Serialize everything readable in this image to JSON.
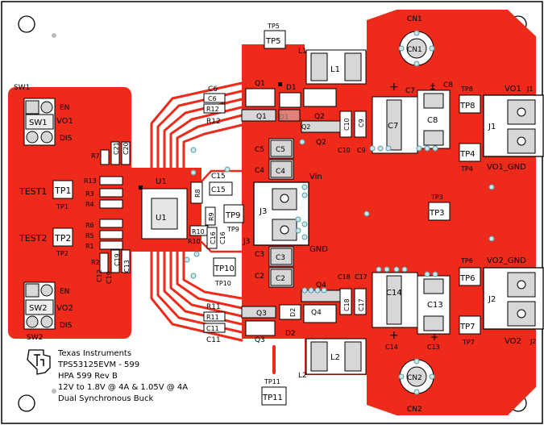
{
  "colors": {
    "copper": "#ee2a1a",
    "trace": "#ee2a1a",
    "pad": "#d7d7d7",
    "via": "#c8e8ec",
    "outline": "#000000",
    "background": "#ffffff"
  },
  "left_panel": {
    "sw1": {
      "title": "SW1",
      "label": "SW1",
      "en": "EN",
      "vo": "VO1",
      "dis": "DIS"
    },
    "sw2": {
      "title": "SW2",
      "label": "SW2",
      "en": "EN",
      "vo": "VO2",
      "dis": "DIS"
    },
    "test1": {
      "label": "TEST1",
      "tp": "TP1",
      "tp_sub": "TP1"
    },
    "test2": {
      "label": "TEST2",
      "tp": "TP2",
      "tp_sub": "TP2"
    }
  },
  "components": {
    "c6": "C6",
    "c6_pad": "C6",
    "r12": "R12",
    "r12_pad": "R12",
    "q1": "Q1",
    "q1_pad": "Q1",
    "d1": "D1",
    "d1_pad": "D1",
    "q2": "Q2",
    "q2_pad": "Q2",
    "q2_sub": "Q2",
    "l1": "L1",
    "l1_pad": "L1",
    "c7": "C7",
    "c7_pad": "C7",
    "c8": "C8",
    "c8_pad": "C8",
    "c10": "C10",
    "c10_pad": "C10",
    "c9": "C9",
    "c9_pad": "C9",
    "c5": "C5",
    "c5_pad": "C5",
    "c4": "C4",
    "c4_pad": "C4",
    "u1": "U1",
    "u1_pad": "U1",
    "r8": "R8",
    "c15": "C15",
    "c15_pad": "C15",
    "r9": "R9",
    "r10": "R10",
    "r10_pad": "R10",
    "c16": "C16",
    "c16_pad": "C16",
    "j3": "J3",
    "j3_pad": "J3",
    "vin": "Vin",
    "gnd": "GND",
    "c3": "C3",
    "c3_pad": "C3",
    "c2": "C2",
    "c2_pad": "C2",
    "c18": "C18",
    "c18_pad": "C18",
    "c17": "C17",
    "c17_pad": "C17",
    "q4": "Q4",
    "q4_pad": "Q4",
    "d2": "D2",
    "d2_pad": "D2",
    "q3": "Q3",
    "q3_pad": "Q3",
    "r11": "R11",
    "r11_pad": "R11",
    "c11": "C11",
    "c11_pad": "C11",
    "l2": "L2",
    "l2_pad": "L2",
    "c14": "C14",
    "c14_pad": "C14",
    "c13": "C13",
    "c13_pad": "C13",
    "r7": "R7",
    "c21": "C21",
    "c20": "C20",
    "r13": "R13",
    "r3": "R3",
    "r4": "R4",
    "r6": "R6",
    "r5": "R5",
    "r1": "R1",
    "r2": "R2",
    "c12": "C12",
    "c19": "C19",
    "c19_pad": "C19",
    "c13b": "C13"
  },
  "testpoints": {
    "tp5": "TP5",
    "tp5_pad": "TP5",
    "tp8": "TP8",
    "tp8_pad": "TP8",
    "tp4": "TP4",
    "tp4_pad": "TP4",
    "tp3": "TP3",
    "tp3_pad": "TP3",
    "tp9": "TP9",
    "tp9_pad": "TP9",
    "tp10": "TP10",
    "tp10_pad": "TP10",
    "tp6": "TP6",
    "tp6_pad": "TP6",
    "tp7": "TP7",
    "tp7_pad": "TP7",
    "tp11": "TP11",
    "tp11_pad": "TP11"
  },
  "connectors": {
    "cn1": "CN1",
    "cn1_pad": "CN1",
    "cn2": "CN2",
    "cn2_pad": "CN2",
    "j1": "J1",
    "j1_side": "J1",
    "j2": "J2",
    "j2_side": "J2",
    "vo1": "VO1",
    "vo1_gnd": "VO1_GND",
    "vo2": "VO2",
    "vo2_gnd": "VO2_GND"
  },
  "footer": {
    "company": "Texas Instruments",
    "model": "TPS53125EVM - 599",
    "revision": "HPA 599 Rev B",
    "spec": "12V to 1.8V @ 4A & 1.05V @ 4A",
    "description": "Dual Synchronous Buck"
  }
}
